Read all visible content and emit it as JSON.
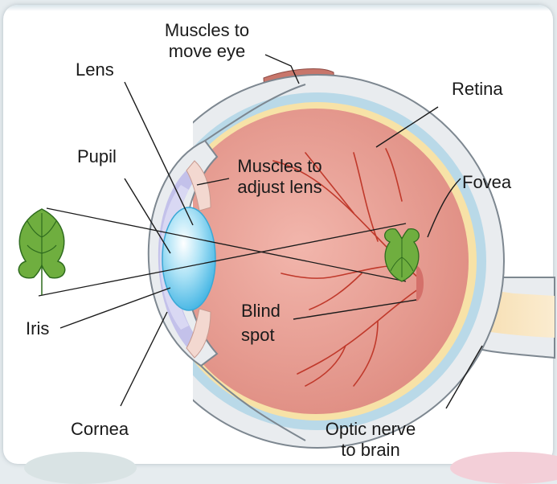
{
  "labels": {
    "muscles_move": "Muscles to\nmove eye",
    "lens": "Lens",
    "retina": "Retina",
    "pupil": "Pupil",
    "muscles_adjust": "Muscles to\nadjust lens",
    "fovea": "Fovea",
    "iris": "Iris",
    "blind_spot": "Blind\nspot",
    "cornea": "Cornea",
    "optic_nerve": "Optic nerve\nto brain"
  },
  "colors": {
    "sclera": "#e9ecef",
    "choroid": "#b9d9e8",
    "retina_band": "#f7e2a7",
    "vitreous": "#eaa59b",
    "lens": "#8fd4f0",
    "iris": "#b9b9e3",
    "muscle": "#c8766b",
    "leaf": "#6fae3f",
    "vessel": "#c0392b"
  }
}
